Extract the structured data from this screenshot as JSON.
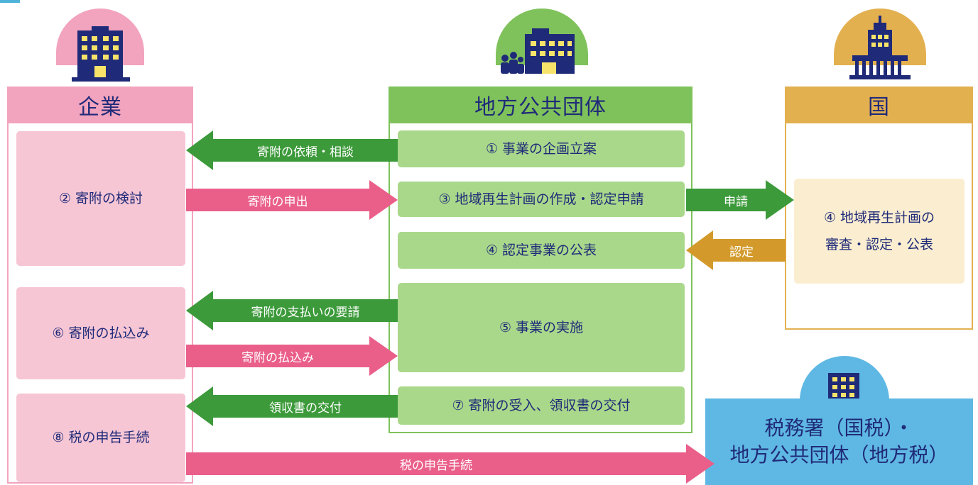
{
  "colors": {
    "company": "#f2a3bd",
    "company_box": "#f7c6d5",
    "local": "#7fc25b",
    "local_box": "#a9d88b",
    "nation": "#e3b050",
    "tax": "#5fb8e3",
    "arrow_green": "#3c9a3a",
    "arrow_pink": "#ea5f8a",
    "arrow_gold": "#d39a2b",
    "text": "#1f2a78"
  },
  "icons": {
    "company": "office-building-icon",
    "local": "town-hall-with-people-icon",
    "nation": "government-building-icon",
    "tax": "tax-office-building-icon"
  },
  "company": {
    "title": "企業",
    "steps": [
      "② 寄附の検討",
      "⑥ 寄附の払込み",
      "⑧ 税の申告手続"
    ]
  },
  "local": {
    "title": "地方公共団体",
    "steps": [
      "① 事業の企画立案",
      "③ 地域再生計画の作成・認定申請",
      "④ 認定事業の公表",
      "⑤ 事業の実施",
      "⑦ 寄附の受入、領収書の交付"
    ]
  },
  "nation": {
    "title": "国",
    "step_line1": "④ 地域再生計画の",
    "step_line2": "審査・認定・公表"
  },
  "tax": {
    "line1": "税務署（国税）・",
    "line2": "地方公共団体（地方税）"
  },
  "arrows": {
    "request_consult": "寄附の依頼・相談",
    "offer": "寄附の申出",
    "apply": "申請",
    "approve": "認定",
    "payment_request": "寄附の支払いの要請",
    "payment": "寄附の払込み",
    "receipt": "領収書の交付",
    "tax_filing": "税の申告手続"
  }
}
